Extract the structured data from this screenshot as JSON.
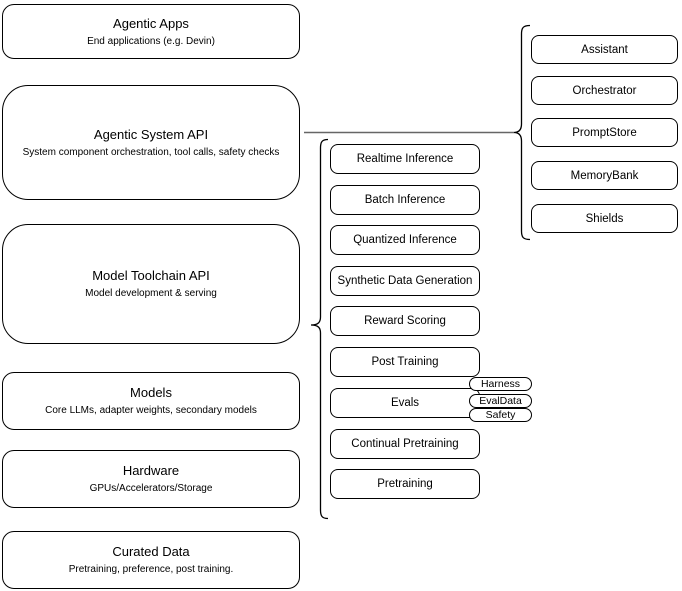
{
  "left_column": [
    {
      "title": "Agentic Apps",
      "subtitle": "End applications (e.g. Devin)"
    },
    {
      "title": "Agentic System API",
      "subtitle": "System component orchestration, tool calls, safety checks"
    },
    {
      "title": "Model Toolchain API",
      "subtitle": "Model development & serving"
    },
    {
      "title": "Models",
      "subtitle": "Core LLMs, adapter weights, secondary models"
    },
    {
      "title": "Hardware",
      "subtitle": "GPUs/Accelerators/Storage"
    },
    {
      "title": "Curated Data",
      "subtitle": "Pretraining, preference, post training."
    }
  ],
  "toolchain_components": [
    "Realtime Inference",
    "Batch Inference",
    "Quantized Inference",
    "Synthetic Data Generation",
    "Reward Scoring",
    "Post Training",
    "Evals",
    "Continual Pretraining",
    "Pretraining"
  ],
  "eval_tags": [
    "Harness",
    "EvalData",
    "Safety"
  ],
  "agentic_components": [
    "Assistant",
    "Orchestrator",
    "PromptStore",
    "MemoryBank",
    "Shields"
  ],
  "colors": {
    "box_border": "#000000",
    "box_fill": "#ffffff",
    "connector": "#666666",
    "text": "#000000",
    "background": "#ffffff"
  }
}
